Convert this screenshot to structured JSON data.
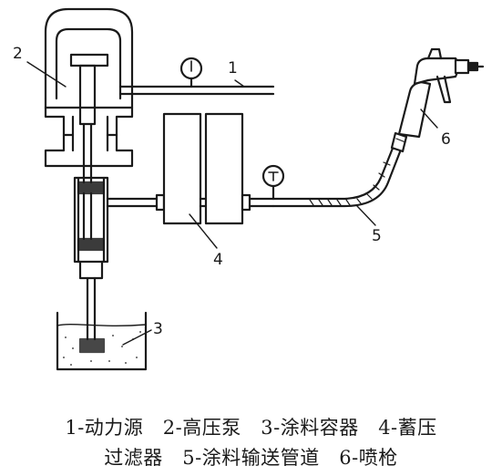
{
  "figure": {
    "callouts": [
      "1",
      "2",
      "3",
      "4",
      "5",
      "6"
    ]
  },
  "caption": {
    "line1": "1-动力源　2-高压泵　3-涂料容器　4-蓄压",
    "line2": "过滤器　5-涂料输送管道　6-喷枪"
  }
}
